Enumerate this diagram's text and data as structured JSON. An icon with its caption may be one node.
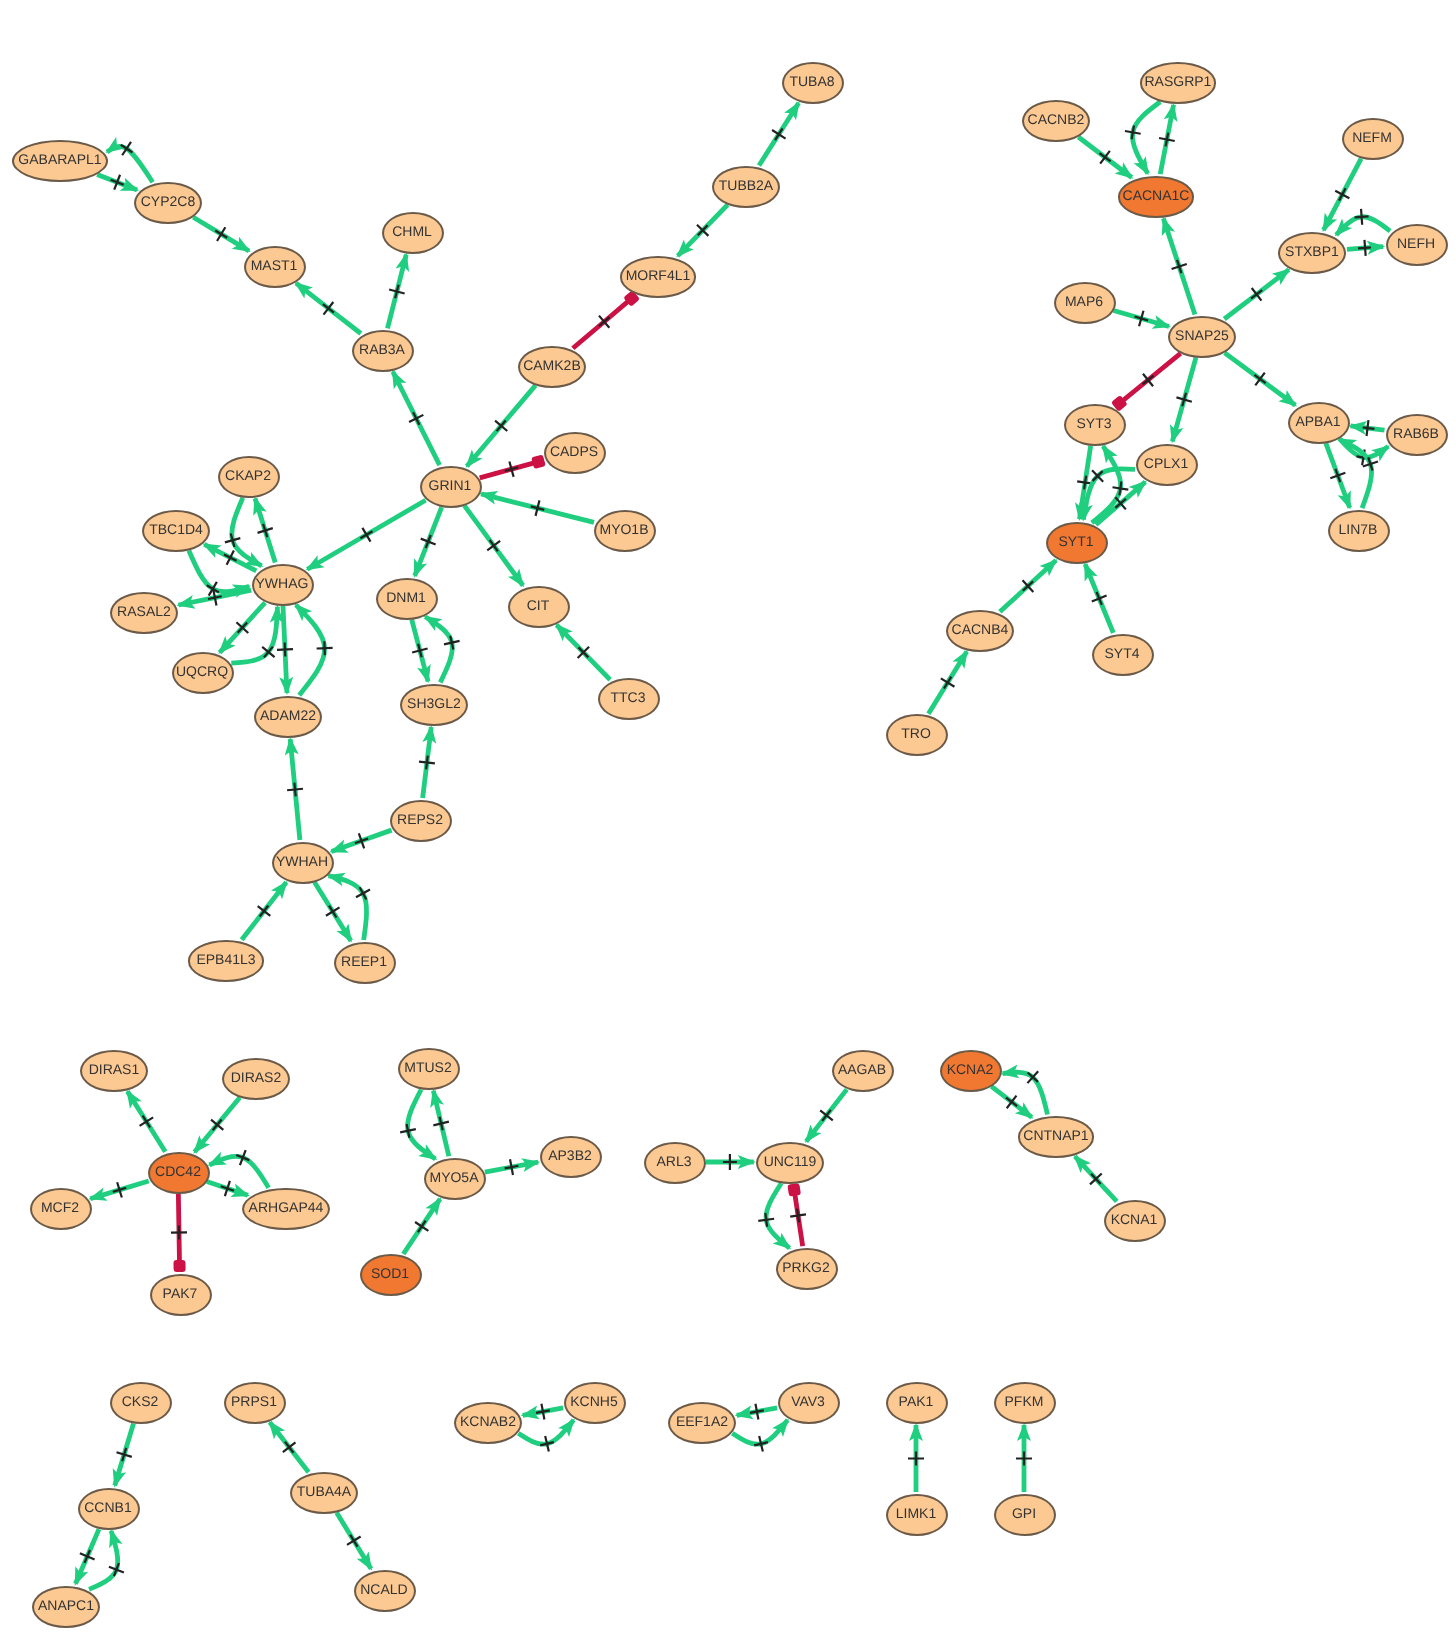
{
  "diagram": {
    "nodes": [
      {
        "text": [
          "TUBA8"
        ]
      },
      {
        "text": [
          "GABARAPL1"
        ]
      },
      {
        "text": [
          "CYP2C8"
        ]
      },
      {
        "text": [
          "MAST1"
        ]
      },
      {
        "text": [
          "CHML"
        ]
      },
      {
        "text": [
          "TUBB2A"
        ]
      },
      {
        "text": [
          "MORF4L1"
        ]
      },
      {
        "text": [
          "RAB3A"
        ]
      },
      {
        "text": [
          "CAMK2B"
        ]
      },
      {
        "text": [
          "CADPS"
        ]
      },
      {
        "text": [
          "GRIN1"
        ]
      },
      {
        "text": [
          "CKAP2"
        ]
      },
      {
        "text": [
          "TBC1D4"
        ]
      },
      {
        "text": [
          "YWHAG"
        ]
      },
      {
        "text": [
          "MYO1B"
        ]
      },
      {
        "text": [
          "RASAL2"
        ]
      },
      {
        "text": [
          "DNM1"
        ]
      },
      {
        "text": [
          "CIT"
        ]
      },
      {
        "text": [
          "UQCRQ"
        ]
      },
      {
        "text": [
          "ADAM22"
        ]
      },
      {
        "text": [
          "SH3GL2"
        ]
      },
      {
        "text": [
          "TTC3"
        ]
      },
      {
        "text": [
          "REPS2"
        ]
      },
      {
        "text": [
          "YWHAH"
        ]
      },
      {
        "text": [
          "EPB41L3"
        ]
      },
      {
        "text": [
          "REEP1"
        ]
      },
      {
        "text": [
          "RASGRP1"
        ]
      },
      {
        "text": [
          "CACNB2"
        ]
      },
      {
        "text": [
          "NEFM"
        ]
      },
      {
        "text": [
          "CACNA1C"
        ]
      },
      {
        "text": [
          "STXBP1"
        ]
      },
      {
        "text": [
          "NEFH"
        ]
      },
      {
        "text": [
          "MAP6"
        ]
      },
      {
        "text": [
          "SNAP25"
        ]
      },
      {
        "text": [
          "APBA1"
        ]
      },
      {
        "text": [
          "RAB6B"
        ]
      },
      {
        "text": [
          "SYT3"
        ]
      },
      {
        "text": [
          "CPLX1"
        ]
      },
      {
        "text": [
          "SYT1"
        ]
      },
      {
        "text": [
          "LIN7B"
        ]
      },
      {
        "text": [
          "CACNB4"
        ]
      },
      {
        "text": [
          "SYT4"
        ]
      },
      {
        "text": [
          "TRO"
        ]
      },
      {
        "text": [
          "DIRAS1"
        ]
      },
      {
        "text": [
          "DIRAS2"
        ]
      },
      {
        "text": [
          "MTUS2"
        ]
      },
      {
        "text": [
          "AAGAB"
        ]
      },
      {
        "text": [
          "KCNA2"
        ]
      },
      {
        "text": [
          "CDC42"
        ]
      },
      {
        "text": [
          "MCF2"
        ]
      },
      {
        "text": [
          "MYO5A"
        ]
      },
      {
        "text": [
          "AP3B2"
        ]
      },
      {
        "text": [
          "ARHGAP44"
        ]
      },
      {
        "text": [
          "ARL3"
        ]
      },
      {
        "text": [
          "UNC119"
        ]
      },
      {
        "text": [
          "CNTNAP1"
        ]
      },
      {
        "text": [
          "KCNA1"
        ]
      },
      {
        "text": [
          "SOD1"
        ]
      },
      {
        "text": [
          "PAK7"
        ]
      },
      {
        "text": [
          "PRKG2"
        ]
      },
      {
        "text": [
          "CKS2"
        ]
      },
      {
        "text": [
          "PRPS1"
        ]
      },
      {
        "text": [
          "KCNAB2"
        ]
      },
      {
        "text": [
          "KCNH5"
        ]
      },
      {
        "text": [
          "EEF1A2"
        ]
      },
      {
        "text": [
          "VAV3"
        ]
      },
      {
        "text": [
          "PAK1"
        ]
      },
      {
        "text": [
          "PFKM"
        ]
      },
      {
        "text": [
          "CCNB1"
        ]
      },
      {
        "text": [
          "TUBA4A"
        ]
      },
      {
        "text": [
          "LIMK1"
        ]
      },
      {
        "text": [
          "GPI"
        ]
      },
      {
        "text": [
          "ANAPC1"
        ]
      },
      {
        "text": [
          "NCALD"
        ]
      }
    ],
    "edges": [
      {
        "from": 5,
        "to": 0,
        "arrow": "to"
      },
      {
        "from": 1,
        "to": 2,
        "arrow": "to"
      },
      {
        "from": 2,
        "to": 1,
        "arrow": "to"
      },
      {
        "from": 2,
        "to": 3,
        "arrow": "to"
      },
      {
        "from": 7,
        "to": 3,
        "arrow": "to"
      },
      {
        "from": 7,
        "to": 4,
        "arrow": "to"
      },
      {
        "from": 10,
        "to": 7,
        "arrow": "to"
      },
      {
        "from": 5,
        "to": 6,
        "arrow": "to"
      },
      {
        "from": 8,
        "to": 6,
        "arrow": "other",
        "color": "#cc1144"
      },
      {
        "from": 8,
        "to": 10,
        "arrow": "to"
      },
      {
        "from": 10,
        "to": 9,
        "arrow": "other",
        "color": "#cc1144"
      },
      {
        "from": 14,
        "to": 10,
        "arrow": "to"
      },
      {
        "from": 10,
        "to": 13,
        "arrow": "to"
      },
      {
        "from": 10,
        "to": 16,
        "arrow": "to"
      },
      {
        "from": 10,
        "to": 17,
        "arrow": "to"
      },
      {
        "from": 21,
        "to": 17,
        "arrow": "to"
      },
      {
        "from": 16,
        "to": 20,
        "arrow": "to"
      },
      {
        "from": 20,
        "to": 16,
        "arrow": "to"
      },
      {
        "from": 22,
        "to": 20,
        "arrow": "to"
      },
      {
        "from": 22,
        "to": 23,
        "arrow": "to"
      },
      {
        "from": 23,
        "to": 19,
        "arrow": "to"
      },
      {
        "from": 24,
        "to": 23,
        "arrow": "to"
      },
      {
        "from": 23,
        "to": 25,
        "arrow": "to"
      },
      {
        "from": 25,
        "to": 23,
        "arrow": "to"
      },
      {
        "from": 13,
        "to": 11,
        "arrow": "to"
      },
      {
        "from": 11,
        "to": 13,
        "arrow": "to"
      },
      {
        "from": 13,
        "to": 12,
        "arrow": "to"
      },
      {
        "from": 12,
        "to": 13,
        "arrow": "to"
      },
      {
        "from": 13,
        "to": 15,
        "arrow": "to"
      },
      {
        "from": 13,
        "to": 18,
        "arrow": "to"
      },
      {
        "from": 18,
        "to": 13,
        "arrow": "to"
      },
      {
        "from": 13,
        "to": 19,
        "arrow": "to"
      },
      {
        "from": 19,
        "to": 13,
        "arrow": "to"
      },
      {
        "from": 27,
        "to": 29,
        "arrow": "to"
      },
      {
        "from": 29,
        "to": 26,
        "arrow": "to"
      },
      {
        "from": 26,
        "to": 29,
        "arrow": "to"
      },
      {
        "from": 33,
        "to": 29,
        "arrow": "to"
      },
      {
        "from": 32,
        "to": 33,
        "arrow": "to"
      },
      {
        "from": 33,
        "to": 30,
        "arrow": "to"
      },
      {
        "from": 28,
        "to": 30,
        "arrow": "to"
      },
      {
        "from": 30,
        "to": 31,
        "arrow": "to"
      },
      {
        "from": 31,
        "to": 30,
        "arrow": "to"
      },
      {
        "from": 33,
        "to": 36,
        "arrow": "other",
        "color": "#cc1144"
      },
      {
        "from": 33,
        "to": 37,
        "arrow": "to"
      },
      {
        "from": 33,
        "to": 34,
        "arrow": "to"
      },
      {
        "from": 35,
        "to": 34,
        "arrow": "to"
      },
      {
        "from": 34,
        "to": 35,
        "arrow": "to"
      },
      {
        "from": 34,
        "to": 39,
        "arrow": "to"
      },
      {
        "from": 39,
        "to": 34,
        "arrow": "to"
      },
      {
        "from": 36,
        "to": 38,
        "arrow": "to"
      },
      {
        "from": 38,
        "to": 36,
        "arrow": "to"
      },
      {
        "from": 38,
        "to": 37,
        "arrow": "to"
      },
      {
        "from": 37,
        "to": 38,
        "arrow": "to"
      },
      {
        "from": 40,
        "to": 38,
        "arrow": "to"
      },
      {
        "from": 41,
        "to": 38,
        "arrow": "to"
      },
      {
        "from": 42,
        "to": 40,
        "arrow": "to"
      },
      {
        "from": 48,
        "to": 43,
        "arrow": "to"
      },
      {
        "from": 44,
        "to": 48,
        "arrow": "to"
      },
      {
        "from": 48,
        "to": 49,
        "arrow": "to"
      },
      {
        "from": 48,
        "to": 52,
        "arrow": "to"
      },
      {
        "from": 52,
        "to": 48,
        "arrow": "to"
      },
      {
        "from": 48,
        "to": 58,
        "arrow": "other",
        "color": "#cc1144"
      },
      {
        "from": 50,
        "to": 45,
        "arrow": "to"
      },
      {
        "from": 45,
        "to": 50,
        "arrow": "to"
      },
      {
        "from": 50,
        "to": 51,
        "arrow": "to"
      },
      {
        "from": 57,
        "to": 50,
        "arrow": "to"
      },
      {
        "from": 46,
        "to": 54,
        "arrow": "to"
      },
      {
        "from": 53,
        "to": 54,
        "arrow": "to"
      },
      {
        "from": 59,
        "to": 54,
        "arrow": "other",
        "color": "#cc1144"
      },
      {
        "from": 54,
        "to": 59,
        "arrow": "to"
      },
      {
        "from": 47,
        "to": 55,
        "arrow": "to"
      },
      {
        "from": 55,
        "to": 47,
        "arrow": "to"
      },
      {
        "from": 56,
        "to": 55,
        "arrow": "to"
      },
      {
        "from": 60,
        "to": 68,
        "arrow": "to"
      },
      {
        "from": 68,
        "to": 72,
        "arrow": "to"
      },
      {
        "from": 72,
        "to": 68,
        "arrow": "to"
      },
      {
        "from": 69,
        "to": 61,
        "arrow": "to"
      },
      {
        "from": 69,
        "to": 73,
        "arrow": "to"
      },
      {
        "from": 63,
        "to": 62,
        "arrow": "to"
      },
      {
        "from": 62,
        "to": 63,
        "arrow": "to"
      },
      {
        "from": 65,
        "to": 64,
        "arrow": "to"
      },
      {
        "from": 64,
        "to": 65,
        "arrow": "to"
      },
      {
        "from": 70,
        "to": 66,
        "arrow": "to"
      },
      {
        "from": 71,
        "to": 67,
        "arrow": "to"
      }
    ]
  }
}
